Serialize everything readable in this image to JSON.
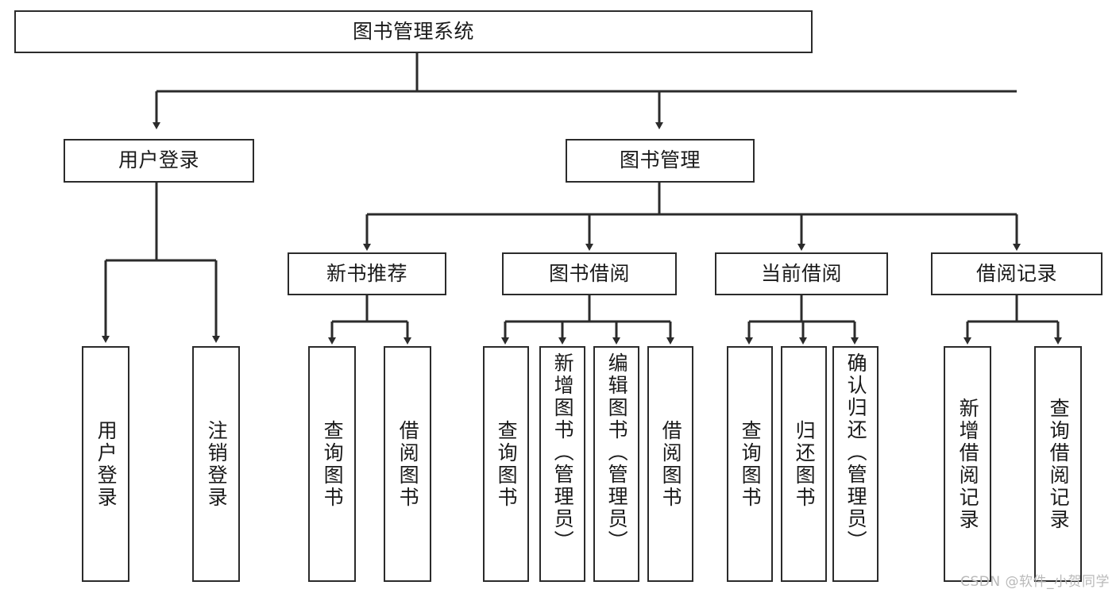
{
  "diagram": {
    "type": "tree",
    "title": "图书管理系统",
    "orientation": "top-down",
    "colors": {
      "box_border": "#2b2b2b",
      "box_fill": "#ffffff",
      "edge": "#2b2b2b",
      "text": "#1a1a1a",
      "watermark": "#b9b9b9",
      "background": "#ffffff"
    },
    "nodes": {
      "root": {
        "label": "图书管理系统"
      },
      "level2": [
        {
          "id": "user-login",
          "label": "用户登录"
        },
        {
          "id": "book-manage",
          "label": "图书管理"
        }
      ],
      "level3": [
        {
          "id": "new-book-recommend",
          "label": "新书推荐"
        },
        {
          "id": "book-borrow",
          "label": "图书借阅"
        },
        {
          "id": "current-borrow",
          "label": "当前借阅"
        },
        {
          "id": "borrow-record",
          "label": "借阅记录"
        }
      ],
      "leaves": {
        "user-login": [
          {
            "id": "leaf-user-login",
            "label": "用户登录"
          },
          {
            "id": "leaf-user-logout",
            "label": "注销登录"
          }
        ],
        "new-book-recommend": [
          {
            "id": "leaf-query-book-1",
            "label": "查询图书"
          },
          {
            "id": "leaf-borrow-book-1",
            "label": "借阅图书"
          }
        ],
        "book-borrow": [
          {
            "id": "leaf-query-book-2",
            "label": "查询图书"
          },
          {
            "id": "leaf-add-book",
            "label": "新增图书（管理员）"
          },
          {
            "id": "leaf-edit-book",
            "label": "编辑图书（管理员）"
          },
          {
            "id": "leaf-borrow-book-2",
            "label": "借阅图书"
          }
        ],
        "current-borrow": [
          {
            "id": "leaf-query-book-3",
            "label": "查询图书"
          },
          {
            "id": "leaf-return-book",
            "label": "归还图书"
          },
          {
            "id": "leaf-confirm-return",
            "label": "确认归还（管理员）"
          }
        ],
        "borrow-record": [
          {
            "id": "leaf-add-record",
            "label": "新增借阅记录"
          },
          {
            "id": "leaf-query-record",
            "label": "查询借阅记录"
          }
        ]
      }
    },
    "watermark": "CSDN @软件_小贺同学"
  }
}
